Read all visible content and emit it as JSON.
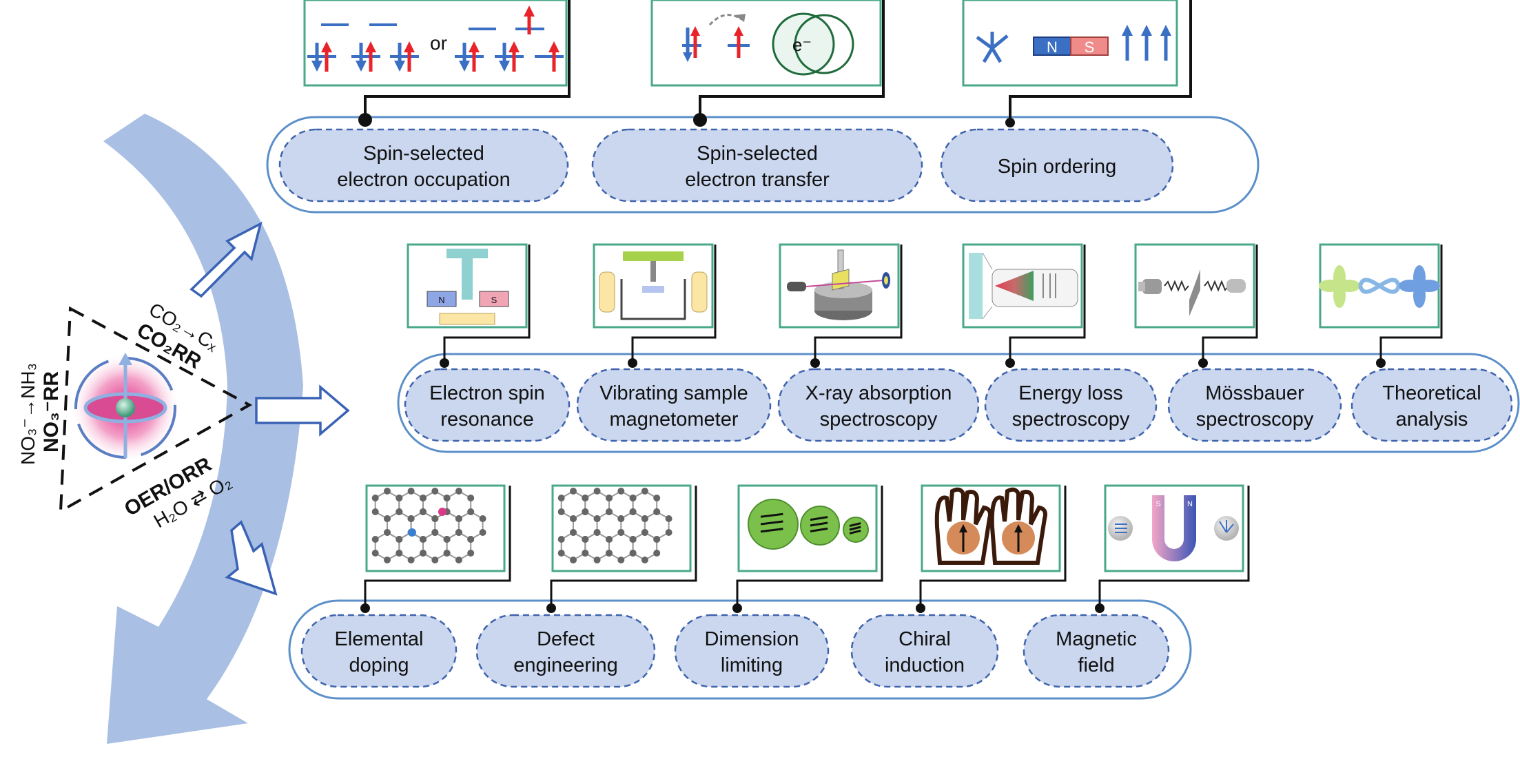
{
  "reactions": {
    "co2": "CO₂→Cₓ",
    "co2rr": "CO₂RR",
    "no3": "NO₃⁻→NH₃",
    "no3rr": "NO₃⁻RR",
    "oerorr": "OER/ORR",
    "h2o": "H₂O ⇄ O₂"
  },
  "row1": {
    "items": [
      {
        "line1": "Spin-selected",
        "line2": "electron occupation"
      },
      {
        "line1": "Spin-selected",
        "line2": "electron transfer"
      },
      {
        "line1": "Spin ordering",
        "line2": ""
      }
    ],
    "occupation_or": "or",
    "electron_label": "e⁻",
    "magnet_n": "N",
    "magnet_s": "S"
  },
  "row2": {
    "items": [
      {
        "line1": "Electron spin",
        "line2": "resonance"
      },
      {
        "line1": "Vibrating sample",
        "line2": "magnetometer"
      },
      {
        "line1": "X-ray absorption",
        "line2": "spectroscopy"
      },
      {
        "line1": "Energy loss",
        "line2": "spectroscopy"
      },
      {
        "line1": "Mössbauer",
        "line2": "spectroscopy"
      },
      {
        "line1": "Theoretical",
        "line2": "analysis"
      }
    ],
    "esr_n": "N",
    "esr_s": "S"
  },
  "row3": {
    "items": [
      {
        "line1": "Elemental",
        "line2": "doping"
      },
      {
        "line1": "Defect",
        "line2": "engineering"
      },
      {
        "line1": "Dimension",
        "line2": "limiting"
      },
      {
        "line1": "Chiral",
        "line2": "induction"
      },
      {
        "line1": "Magnetic",
        "line2": "field"
      }
    ],
    "magnet_s": "S",
    "magnet_n": "N"
  },
  "colors": {
    "pill_fill": "#cbd7ee",
    "pill_border": "#3f63ad",
    "group_border": "#5b8fc9",
    "box_border": "#4aa88a",
    "big_arrow": "#a9bfe3",
    "spin_up": "#e8232a",
    "spin_down": "#3a6fc4"
  }
}
